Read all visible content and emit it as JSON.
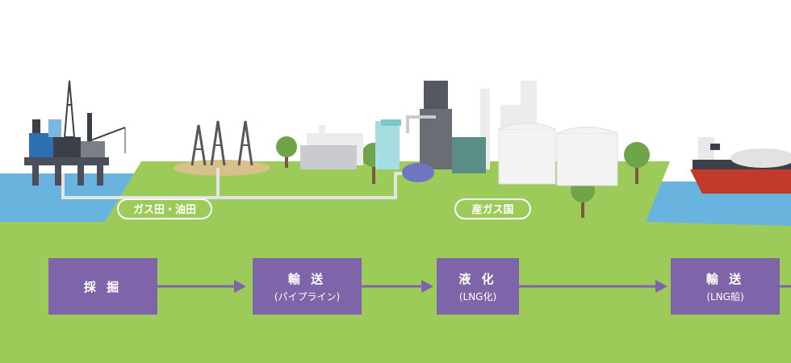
{
  "labels": {
    "gas_oil_field": "ガス田・油田",
    "producing_country": "産ガス国"
  },
  "steps": [
    {
      "main": "採 掘",
      "sub": ""
    },
    {
      "main": "輸 送",
      "sub": "(パイプライン)"
    },
    {
      "main": "液 化",
      "sub": "(LNG化)"
    },
    {
      "main": "輸 送",
      "sub": "(LNG船)"
    }
  ],
  "colors": {
    "land": "#9dcb5a",
    "water": "#69b4de",
    "step_box": "#7e64a8",
    "pipeline": "#e4e4e4",
    "tree": "#6fa54a"
  }
}
